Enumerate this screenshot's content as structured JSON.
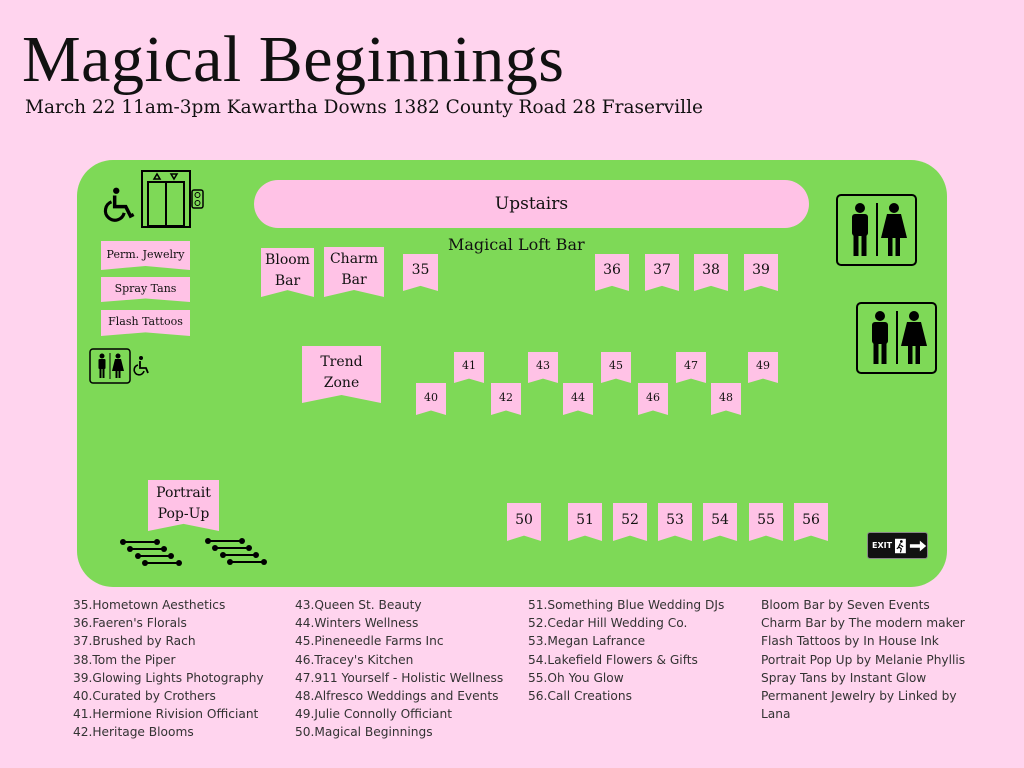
{
  "header": {
    "title": "Magical Beginnings",
    "subtitle": "March 22 11am-3pm Kawartha Downs 1382 County Road 28 Fraserville"
  },
  "map": {
    "upstairs": "Upstairs",
    "loft_bar": "Magical Loft Bar",
    "stations": {
      "perm_jewelry": "Perm. Jewelry",
      "spray_tans": "Spray Tans",
      "flash_tattoos": "Flash Tattoos",
      "bloom_bar": "Bloom Bar",
      "charm_bar": "Charm Bar",
      "trend_zone": "Trend Zone",
      "portrait": "Portrait Pop-Up"
    },
    "booths": {
      "b35": "35",
      "b36": "36",
      "b37": "37",
      "b38": "38",
      "b39": "39",
      "b40": "40",
      "b41": "41",
      "b42": "42",
      "b43": "43",
      "b44": "44",
      "b45": "45",
      "b46": "46",
      "b47": "47",
      "b48": "48",
      "b49": "49",
      "b50": "50",
      "b51": "51",
      "b52": "52",
      "b53": "53",
      "b54": "54",
      "b55": "55",
      "b56": "56"
    },
    "exit": "EXIT",
    "icons": [
      "wheelchair-icon",
      "elevator-icon",
      "restroom-icon",
      "stairs-icon",
      "exit-sign-icon"
    ]
  },
  "legend": {
    "col1": [
      "35.Hometown Aesthetics",
      "36.Faeren's Florals",
      "37.Brushed by Rach",
      "38.Tom the Piper",
      "39.Glowing Lights Photography",
      "40.Curated by Crothers",
      "41.Hermione Rivision Officiant",
      "42.Heritage Blooms"
    ],
    "col2": [
      "43.Queen St. Beauty",
      "44.Winters Wellness",
      "45.Pineneedle Farms Inc",
      "46.Tracey's Kitchen",
      "47.911 Yourself - Holistic Wellness",
      "48.Alfresco Weddings and Events",
      "49.Julie Connolly Officiant",
      "50.Magical Beginnings"
    ],
    "col3": [
      "51.Something Blue Wedding DJs",
      "52.Cedar Hill Wedding Co.",
      "53.Megan Lafrance",
      "54.Lakefield Flowers & Gifts",
      "55.Oh You Glow",
      "56.Call Creations"
    ],
    "col4": [
      "Bloom Bar by Seven Events",
      "Charm Bar by The modern maker",
      "Flash Tattoos by In House Ink",
      "Portrait Pop Up by Melanie Phyllis",
      "Spray Tans by Instant Glow",
      "Permanent Jewelry by Linked by",
      "Lana"
    ]
  },
  "colors": {
    "background": "#ffd4ee",
    "floor": "#7ed957",
    "booth": "#ffc2e6"
  }
}
